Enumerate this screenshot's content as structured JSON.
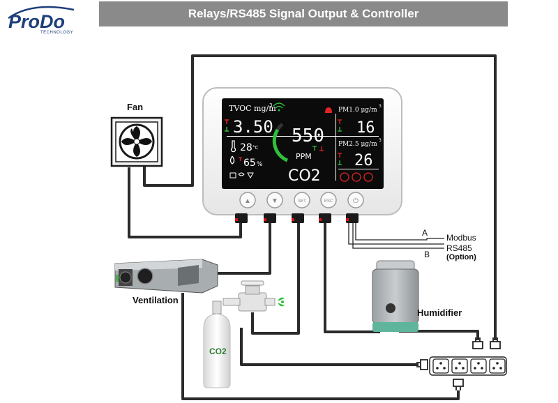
{
  "brand": {
    "name": "ProDo",
    "tagline": "TECHNOLOGY"
  },
  "title": "Relays/RS485 Signal Output & Controller",
  "device": {
    "tvoc_label": "TVOC mg/m",
    "tvoc_sup": "3",
    "tvoc_value": "3.50",
    "temperature": "28",
    "temperature_unit": "°C",
    "humidity": "65",
    "humidity_unit": "%",
    "co2_value": "550",
    "co2_unit": "PPM",
    "co2_label": "CO2",
    "pm10_label": "PM1.0 μg/m",
    "pm10_sup": "3",
    "pm10_value": "16",
    "pm25_label": "PM2.5 μg/m",
    "pm25_sup": "3",
    "pm25_value": "26",
    "buttons": [
      "▲",
      "▼",
      "SET",
      "ESC",
      "⏻"
    ]
  },
  "labels": {
    "fan": "Fan",
    "ventilation": "Ventilation",
    "humidifier": "Humidifier",
    "co2_bottle": "CO2",
    "wire_a": "A",
    "wire_b": "B",
    "modbus": "Modbus",
    "rs485": "RS485",
    "option": "(Option)"
  },
  "colors": {
    "title_bar": "#8a8a8a",
    "wire": "#2b2b2b",
    "screen": "#0b0b0b",
    "green": "#2fbf3c",
    "red": "#e02424",
    "logo_blue": "#1d3f7a"
  }
}
